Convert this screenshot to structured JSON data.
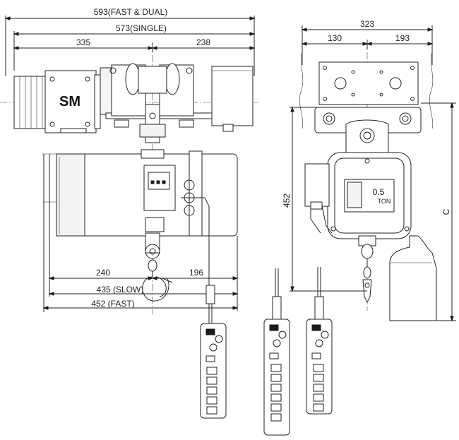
{
  "dimensions": {
    "d593": "593(FAST & DUAL)",
    "d573": "573(SINGLE)",
    "d335": "335",
    "d238": "238",
    "d240": "240",
    "d196": "196",
    "d435": "435 (SLOW)",
    "d452fast": "452 (FAST)",
    "d323": "323",
    "d130": "130",
    "d193": "193",
    "d452v": "452",
    "dC": "C"
  },
  "labels": {
    "logo": "SM",
    "capacity": "0.5",
    "unit": "TON"
  },
  "colors": {
    "line": "#222222",
    "fill": "#ffffff",
    "shade": "#f4f4f4"
  },
  "icons": [
    "hook-icon",
    "pendant-button-icon",
    "motor-fan-icon"
  ]
}
